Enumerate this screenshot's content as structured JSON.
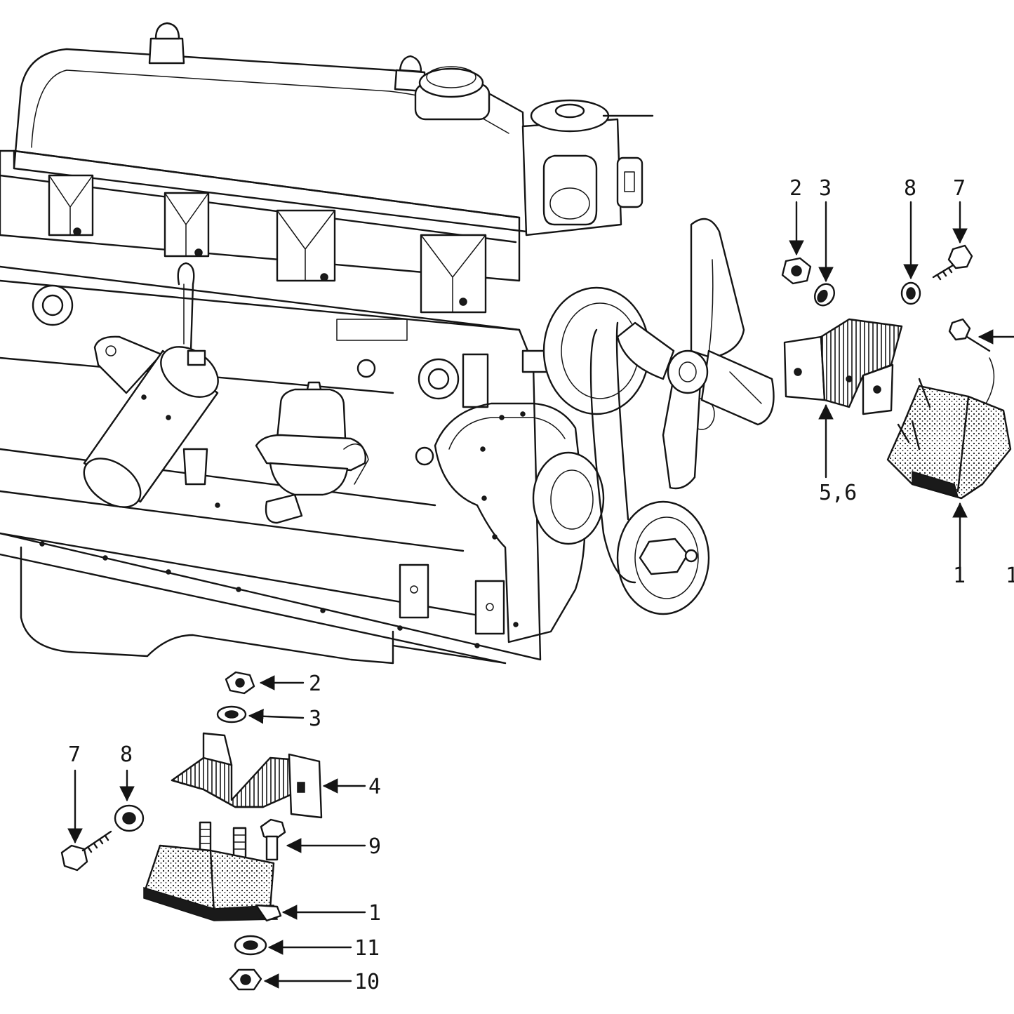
{
  "diagram": {
    "callouts_right": [
      {
        "id": "r2",
        "text": "2"
      },
      {
        "id": "r3",
        "text": "3"
      },
      {
        "id": "r8",
        "text": "8"
      },
      {
        "id": "r7",
        "text": "7"
      },
      {
        "id": "r56",
        "text": "5,6"
      },
      {
        "id": "r1",
        "text": "1"
      },
      {
        "id": "r1b",
        "text": "1"
      }
    ],
    "callouts_bottom": [
      {
        "id": "b2",
        "text": "2"
      },
      {
        "id": "b3",
        "text": "3"
      },
      {
        "id": "b7",
        "text": "7"
      },
      {
        "id": "b8",
        "text": "8"
      },
      {
        "id": "b4",
        "text": "4"
      },
      {
        "id": "b9",
        "text": "9"
      },
      {
        "id": "b1",
        "text": "1"
      },
      {
        "id": "b11",
        "text": "11"
      },
      {
        "id": "b10",
        "text": "10"
      }
    ]
  }
}
